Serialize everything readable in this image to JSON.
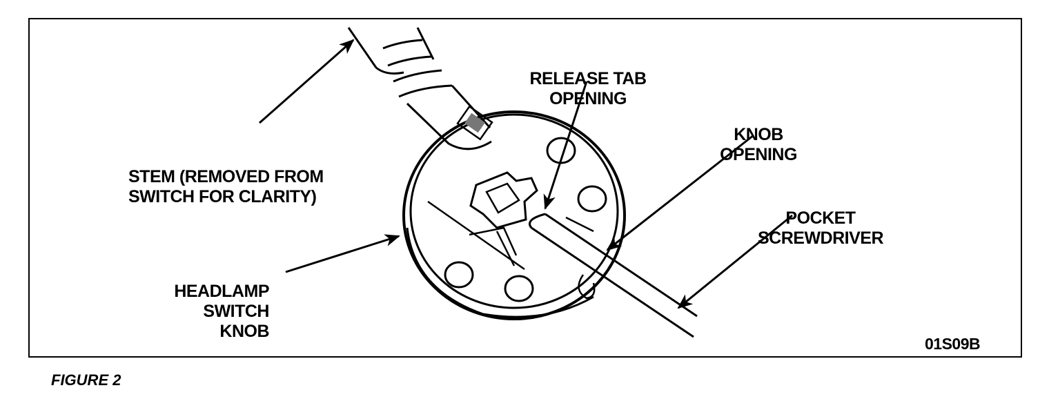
{
  "labels": {
    "release_tab": [
      "RELEASE TAB",
      "OPENING"
    ],
    "knob_opening": [
      "KNOB",
      "OPENING"
    ],
    "stem": [
      "STEM (REMOVED FROM",
      "SWITCH FOR CLARITY)"
    ],
    "pocket_screwdriver": [
      "POCKET",
      "SCREWDRIVER"
    ],
    "headlamp_switch_knob": [
      "HEADLAMP",
      "SWITCH",
      "KNOB"
    ],
    "figure_code": "01S09B"
  },
  "caption": "FIGURE 2"
}
